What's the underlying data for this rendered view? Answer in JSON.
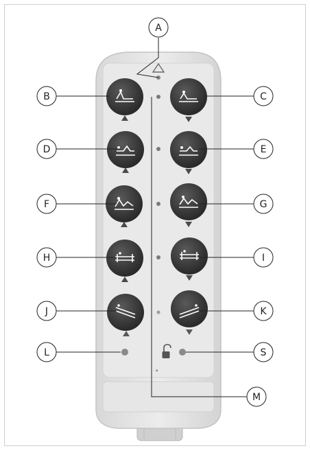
{
  "figure": {
    "callouts": {
      "A": "A",
      "B": "B",
      "C": "C",
      "D": "D",
      "E": "E",
      "F": "F",
      "G": "G",
      "H": "H",
      "I": "I",
      "J": "J",
      "K": "K",
      "L": "L",
      "M": "M",
      "S": "S"
    },
    "buttons": [
      {
        "row": 1,
        "side": "left",
        "symbol": "backrest-icon",
        "arrow": "up"
      },
      {
        "row": 1,
        "side": "right",
        "symbol": "backrest-icon",
        "arrow": "down"
      },
      {
        "row": 2,
        "side": "left",
        "symbol": "knee-rest-icon",
        "arrow": "up"
      },
      {
        "row": 2,
        "side": "right",
        "symbol": "knee-rest-icon",
        "arrow": "down"
      },
      {
        "row": 3,
        "side": "left",
        "symbol": "auto-contour-icon",
        "arrow": "up"
      },
      {
        "row": 3,
        "side": "right",
        "symbol": "auto-contour-icon",
        "arrow": "down"
      },
      {
        "row": 4,
        "side": "left",
        "symbol": "height-icon",
        "arrow": "up"
      },
      {
        "row": 4,
        "side": "right",
        "symbol": "height-icon",
        "arrow": "down"
      },
      {
        "row": 5,
        "side": "left",
        "symbol": "trendelenburg-icon",
        "arrow": "up"
      },
      {
        "row": 5,
        "side": "right",
        "symbol": "trendelenburg-icon",
        "arrow": "down"
      }
    ],
    "colors": {
      "frame_border": "#cfcfcf",
      "body_fill": "#e2e2e2",
      "body_edge": "#c4c4c4",
      "button_fill": "#3b3b3b",
      "callout_stroke": "#222222",
      "arrow_fill": "#4a4a4a"
    }
  }
}
